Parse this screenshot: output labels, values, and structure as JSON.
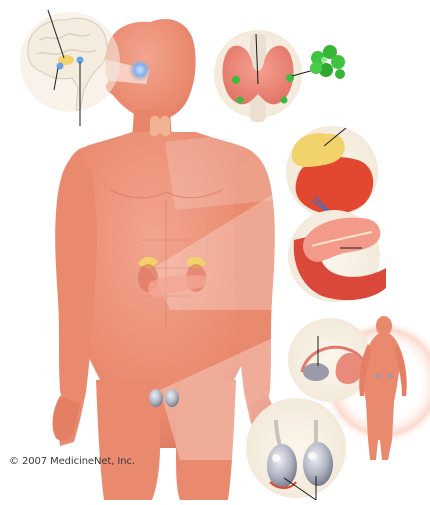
{
  "copyright": "© 2007 MedicineNet, Inc.",
  "figure": {
    "subject": "human endocrine system",
    "body_panel": [
      "brain-pituitary",
      "thyroid",
      "adrenal",
      "pancreas",
      "ovaries",
      "testes"
    ]
  },
  "colors": {
    "skin": "#e8866a",
    "skin_light": "#f1a892",
    "skin_dark": "#c96a52",
    "gland_yellow": "#f2d36b",
    "thyroid": "#ef8878",
    "parathyroid": "#3dbb3d",
    "kidney": "#e2472f",
    "pancreas": "#f39a8a",
    "stomach": "#d9483a",
    "ovary_gray": "#9a9aa8",
    "testis_gray": "#b3b6c2",
    "leader_line": "#1a1a1a",
    "pituitary_blue": "#6aa2e8"
  }
}
